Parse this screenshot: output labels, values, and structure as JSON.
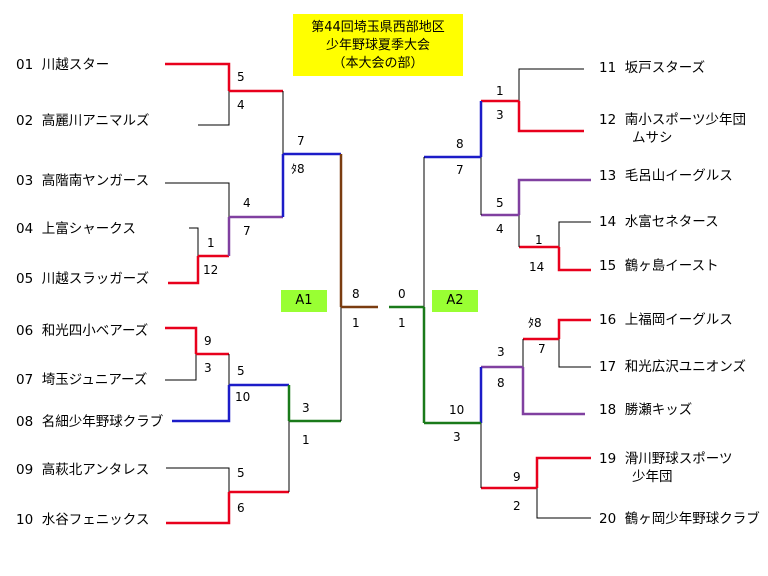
{
  "title": {
    "line1": "第44回埼玉県西部地区",
    "line2": "少年野球夏季大会",
    "line3": "（本大会の部）"
  },
  "left_teams": [
    {
      "num": "01",
      "name": "川越スター"
    },
    {
      "num": "02",
      "name": "高麗川アニマルズ"
    },
    {
      "num": "03",
      "name": "高階南ヤンガース"
    },
    {
      "num": "04",
      "name": "上富シャークス"
    },
    {
      "num": "05",
      "name": "川越スラッガーズ"
    },
    {
      "num": "06",
      "name": "和光四小ベアーズ"
    },
    {
      "num": "07",
      "name": "埼玉ジュニアーズ"
    },
    {
      "num": "08",
      "name": "名細少年野球クラブ"
    },
    {
      "num": "09",
      "name": "高萩北アンタレス"
    },
    {
      "num": "10",
      "name": "水谷フェニックス"
    }
  ],
  "right_teams": [
    {
      "num": "11",
      "name": "坂戸スターズ"
    },
    {
      "num": "12",
      "name": "南小スポーツ少年団",
      "name2": "ムサシ"
    },
    {
      "num": "13",
      "name": "毛呂山イーグルス"
    },
    {
      "num": "14",
      "name": "水富セネタース"
    },
    {
      "num": "15",
      "name": "鶴ヶ島イースト"
    },
    {
      "num": "16",
      "name": "上福岡イーグルス"
    },
    {
      "num": "17",
      "name": "和光広沢ユニオンズ"
    },
    {
      "num": "18",
      "name": "勝瀬キッズ"
    },
    {
      "num": "19",
      "name": "滑川野球スポーツ",
      "name2": "少年団"
    },
    {
      "num": "20",
      "name": "鶴ヶ岡少年野球クラブ"
    }
  ],
  "scores": {
    "l_01_02_a": "5",
    "l_01_02_b": "4",
    "l_04_05_a": "1",
    "l_04_05_b": "12",
    "l_03_45_a": "4",
    "l_03_45_b": "7",
    "l_top_a": "7",
    "l_top_b": "ﾀ8",
    "l_06_07_a": "9",
    "l_06_07_b": "3",
    "l_67_08_a": "5",
    "l_67_08_b": "10",
    "l_09_10_a": "5",
    "l_09_10_b": "6",
    "l_bot_a": "3",
    "l_bot_b": "1",
    "l_final_a": "8",
    "l_final_b": "1",
    "r_11_12_a": "1",
    "r_11_12_b": "3",
    "r_14_15_a": "1",
    "r_14_15_b": "14",
    "r_13_45_a": "5",
    "r_13_45_b": "4",
    "r_top_a": "8",
    "r_top_b": "7",
    "r_16_17_a": "ﾀ8",
    "r_16_17_b": "7",
    "r_67_18_a": "3",
    "r_67_18_b": "8",
    "r_19_20_a": "9",
    "r_19_20_b": "2",
    "r_bot_a": "10",
    "r_bot_b": "3",
    "r_final_a": "0",
    "r_final_b": "1"
  },
  "block_labels": {
    "left": "A1",
    "right": "A2"
  },
  "colors": {
    "red": "#e8001c",
    "blue": "#1c1cc8",
    "purple": "#8040a0",
    "brown": "#7a3c10",
    "green": "#1a7a1a",
    "loser": "#000000",
    "title_bg": "#ffff00",
    "tag_bg": "#99ff33"
  }
}
